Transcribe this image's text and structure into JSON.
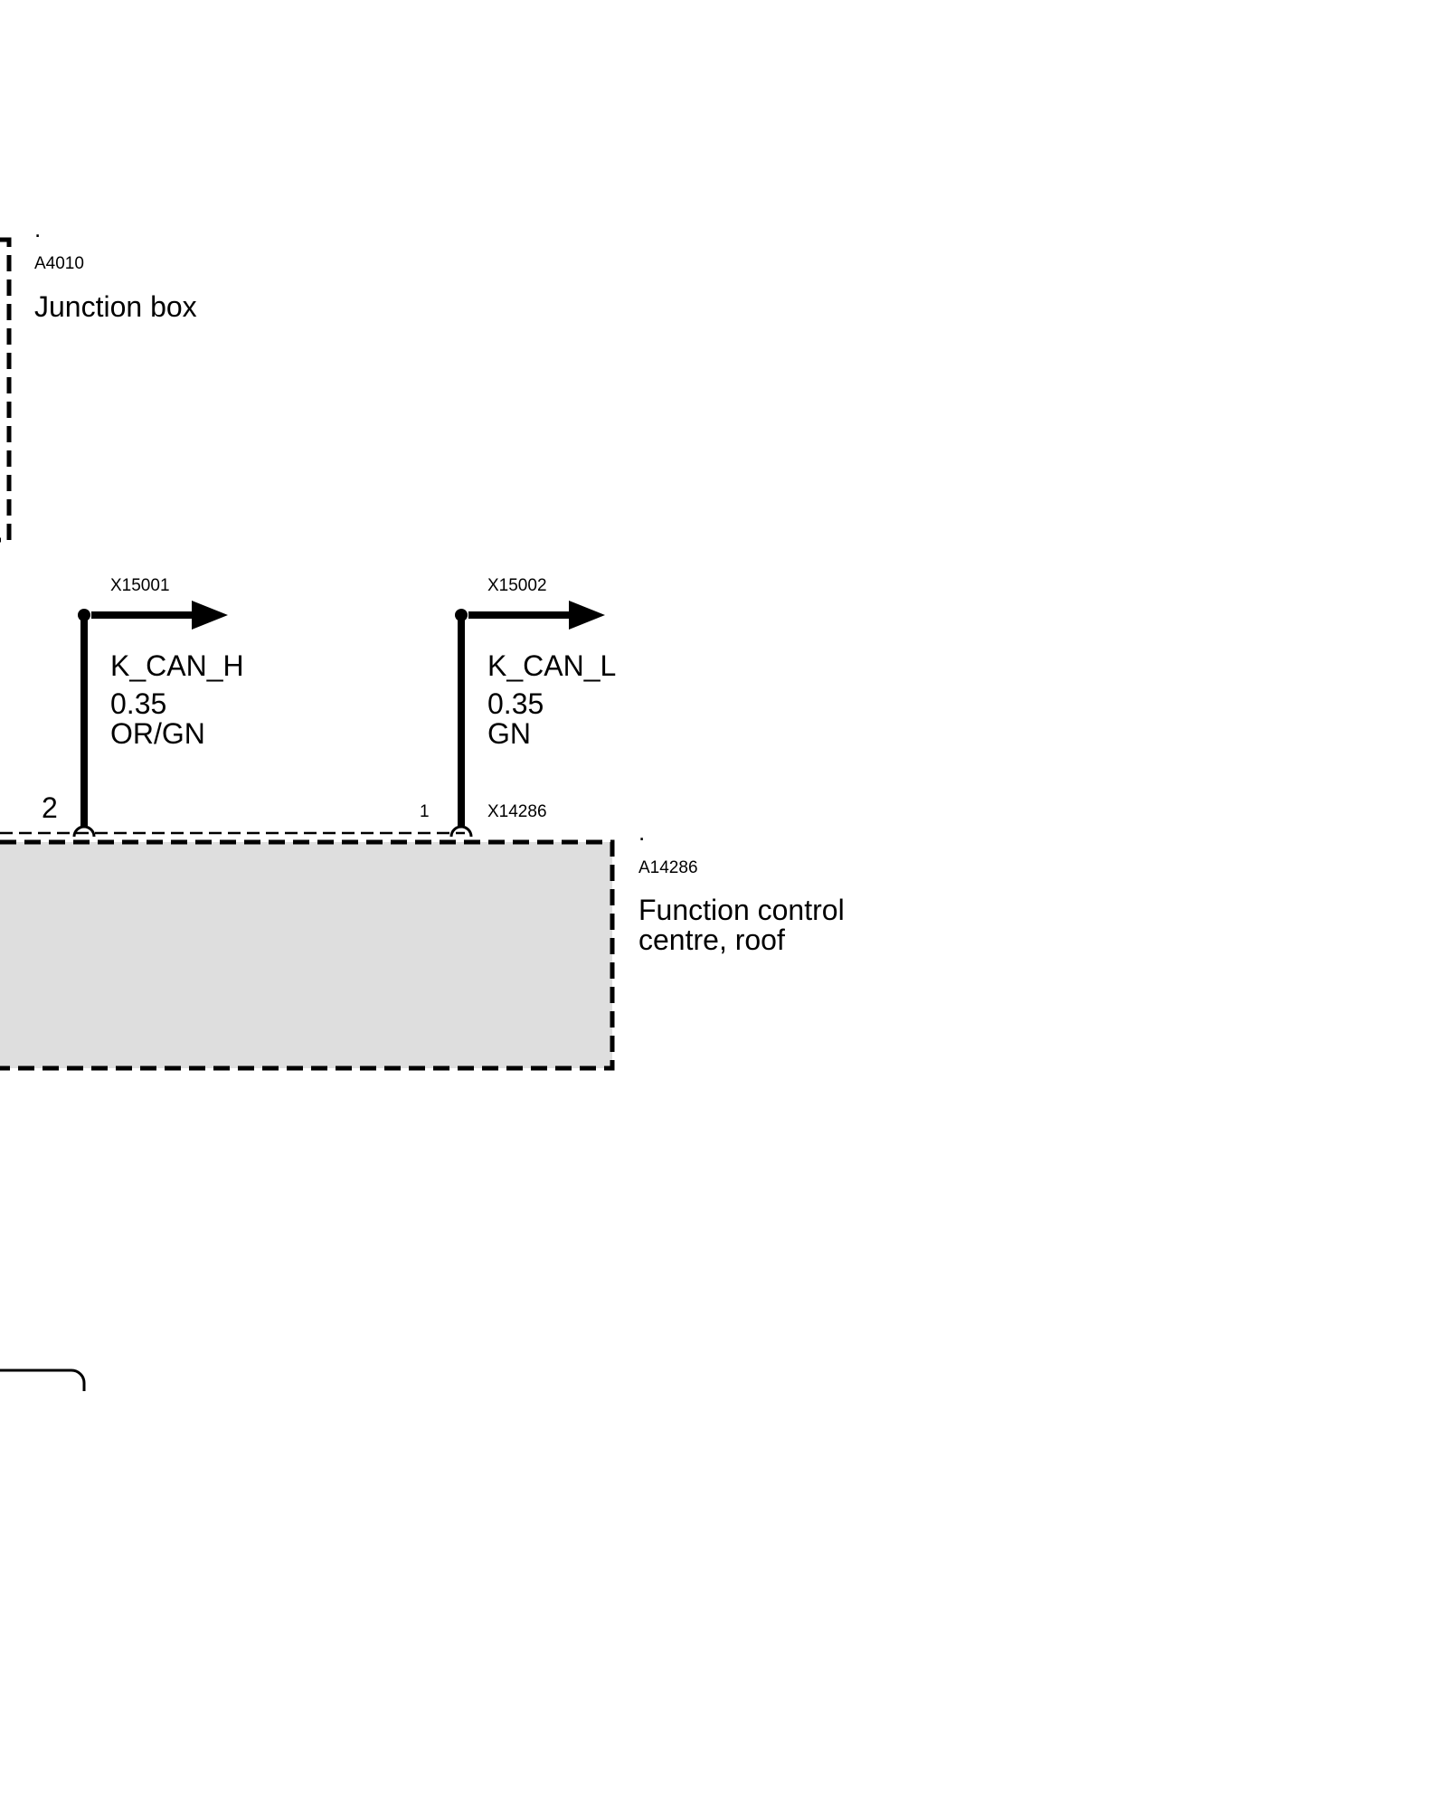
{
  "junction_box": {
    "dot": ".",
    "code": "A4010",
    "name": "Junction box"
  },
  "function_centre": {
    "dot": ".",
    "code": "A14286",
    "name_line1": "Function control",
    "name_line2": "centre, roof"
  },
  "connector": {
    "code": "X14286"
  },
  "wires": [
    {
      "connector": "X15001",
      "signal": "K_CAN_H",
      "gauge": "0.35",
      "color_code": "OR/GN",
      "pin": "2"
    },
    {
      "connector": "X15002",
      "signal": "K_CAN_L",
      "gauge": "0.35",
      "color_code": "GN",
      "pin": "1"
    }
  ],
  "colors": {
    "line": "#000000",
    "module_fill": "#dedede",
    "background": "#ffffff"
  }
}
